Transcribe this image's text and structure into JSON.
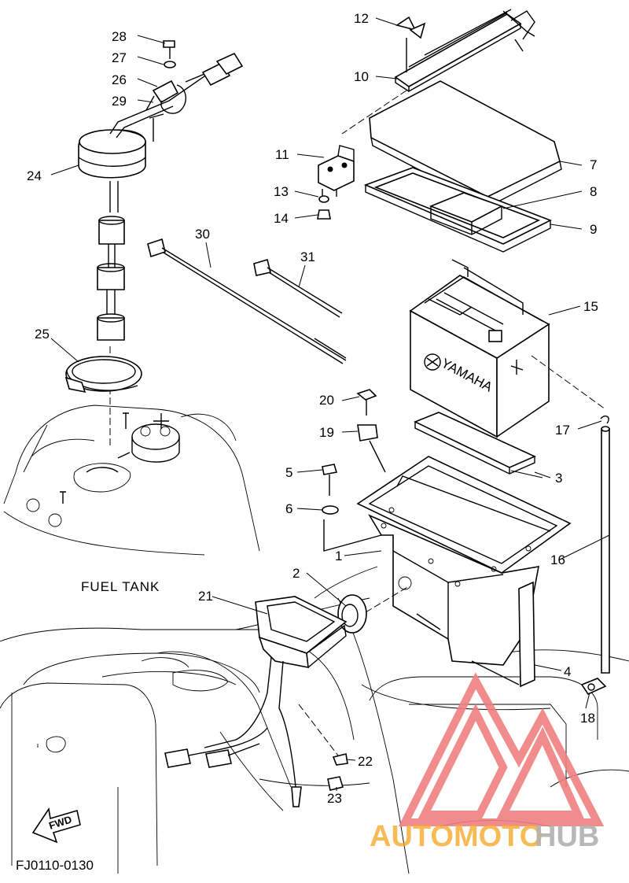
{
  "diagram": {
    "code": "FJ0110-0130",
    "fuel_tank_label": "FUEL TANK",
    "fwd_label": "FWD",
    "callouts": {
      "c1": "1",
      "c2": "2",
      "c3": "3",
      "c4": "4",
      "c5": "5",
      "c6": "6",
      "c7": "7",
      "c8": "8",
      "c9": "9",
      "c10": "10",
      "c11": "11",
      "c12": "12",
      "c13": "13",
      "c14": "14",
      "c15": "15",
      "c16": "16",
      "c17": "17",
      "c18": "18",
      "c19": "19",
      "c20": "20",
      "c21": "21",
      "c22": "22",
      "c23": "23",
      "c24": "24",
      "c25": "25",
      "c26": "26",
      "c27": "27",
      "c28": "28",
      "c29": "29",
      "c30": "30",
      "c31": "31"
    },
    "battery_brand": "YAMAHA"
  },
  "watermark": {
    "text_a": "AUTOMOTO",
    "text_b": "HUB",
    "colors": {
      "triangle": "#f08080",
      "text_a": "#f5a623",
      "text_b": "#a9a9a9"
    }
  }
}
